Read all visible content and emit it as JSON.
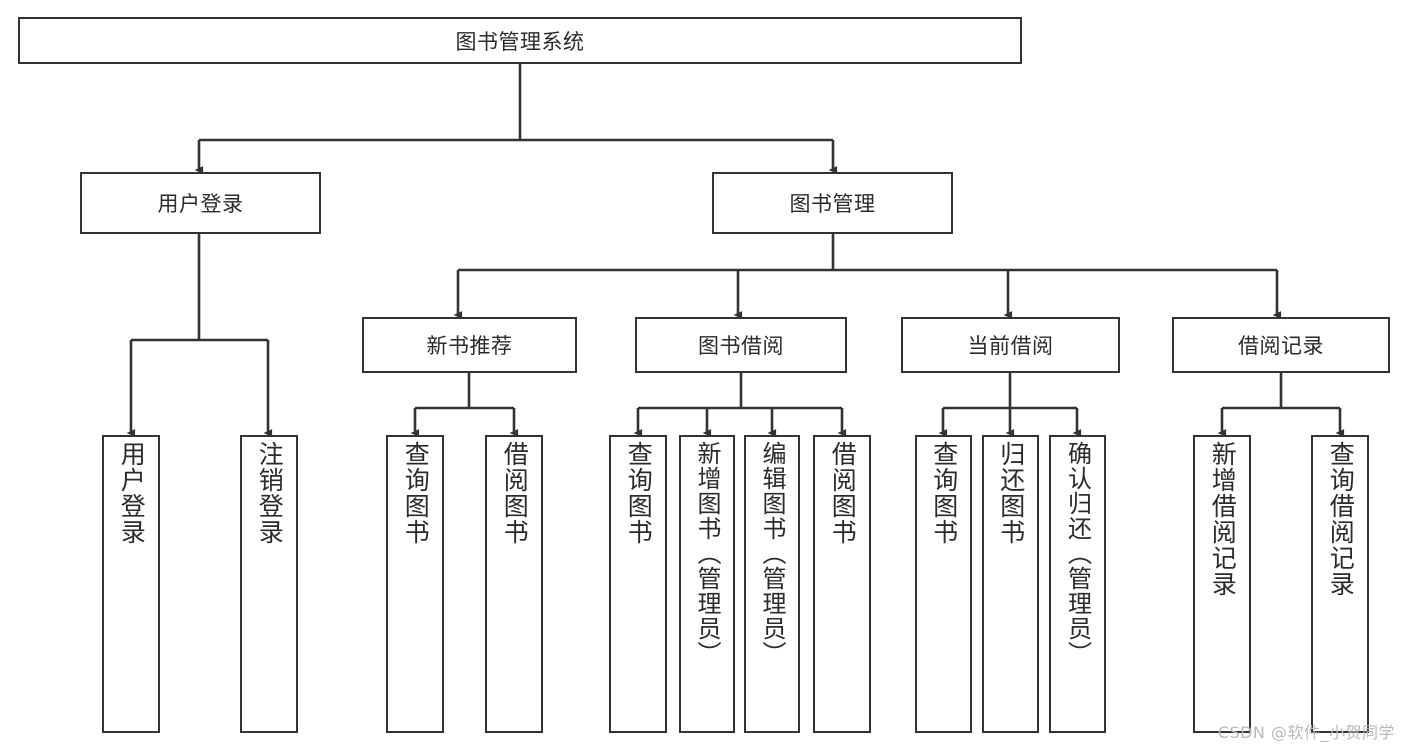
{
  "diagram": {
    "title": "图书管理系统",
    "type": "tree",
    "watermark": "CSDN @软件_小贺同学",
    "style": {
      "line_color": "#333333",
      "box_fill": "#ffffff",
      "text_color": "#2b2b2b"
    },
    "root": {
      "id": "root",
      "label": "图书管理系统"
    },
    "level2": [
      {
        "id": "user-login",
        "label": "用户登录"
      },
      {
        "id": "book-manage",
        "label": "图书管理"
      }
    ],
    "level3": [
      {
        "id": "new-book-rec",
        "label": "新书推荐",
        "parent": "book-manage"
      },
      {
        "id": "book-borrow",
        "label": "图书借阅",
        "parent": "book-manage"
      },
      {
        "id": "current-borrow",
        "label": "当前借阅",
        "parent": "book-manage"
      },
      {
        "id": "borrow-record",
        "label": "借阅记录",
        "parent": "book-manage"
      }
    ],
    "leaves": {
      "user-login": [
        {
          "id": "leaf-user-login",
          "label": "用户登录"
        },
        {
          "id": "leaf-user-logout",
          "label": "注销登录"
        }
      ],
      "new-book-rec": [
        {
          "id": "leaf-query-book-1",
          "label": "查询图书"
        },
        {
          "id": "leaf-borrow-book-1",
          "label": "借阅图书"
        }
      ],
      "book-borrow": [
        {
          "id": "leaf-query-book-2",
          "label": "查询图书"
        },
        {
          "id": "leaf-add-book",
          "label": "新增图书（管理员）"
        },
        {
          "id": "leaf-edit-book",
          "label": "编辑图书（管理员）"
        },
        {
          "id": "leaf-borrow-book-2",
          "label": "借阅图书"
        }
      ],
      "current-borrow": [
        {
          "id": "leaf-query-book-3",
          "label": "查询图书"
        },
        {
          "id": "leaf-return-book",
          "label": "归还图书"
        },
        {
          "id": "leaf-confirm-return",
          "label": "确认归还（管理员）"
        }
      ],
      "borrow-record": [
        {
          "id": "leaf-add-record",
          "label": "新增借阅记录"
        },
        {
          "id": "leaf-query-record",
          "label": "查询借阅记录"
        }
      ]
    }
  }
}
